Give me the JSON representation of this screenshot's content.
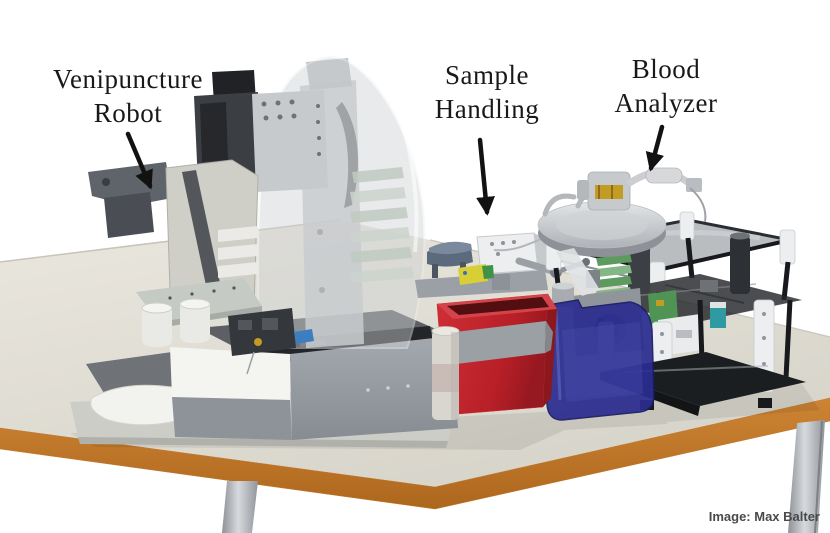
{
  "figure": {
    "labels": [
      {
        "id": "venipuncture-robot",
        "line1": "Venipuncture",
        "line2": "Robot"
      },
      {
        "id": "sample-handling",
        "line1": "Sample",
        "line2": "Handling"
      },
      {
        "id": "blood-analyzer",
        "line1": "Blood",
        "line2": "Analyzer"
      }
    ],
    "credit": "Image: Max Balter",
    "colors": {
      "background": "#ffffff",
      "label_text": "#191919",
      "arrow": "#121212",
      "credit_text": "#4a4a4a",
      "table_top": "#e2dfd5",
      "table_edge_wood": "#c1762b",
      "table_leg_silver": "#b9bdc1",
      "base_plate_gray": "#cdcdc8",
      "base_box_white": "#f4f4f1",
      "base_box_gray": "#9599a0",
      "rail_black": "#232529",
      "dome_translucent": "#ced1d3",
      "arm_gray": "#cfcfc8",
      "arm_dark": "#3b3f44",
      "red_bin": "#c7252d",
      "red_bin_rim": "#d4424a",
      "bin_band_gray": "#9ba0a5",
      "blue_reservoir": "#2b2d90",
      "frame_white": "#eceef0",
      "shelf_dark": "#23262a",
      "pcb_green": "#5c9a60",
      "gold": "#c39c25",
      "teal": "#2f9aa1",
      "disc_silver": "#c9ccce"
    },
    "objects": [
      "venipuncture-robot",
      "sample-handling-unit",
      "blood-analyzer",
      "centrifuge-disc",
      "red-bin",
      "blue-reservoir",
      "armrest",
      "table"
    ]
  }
}
